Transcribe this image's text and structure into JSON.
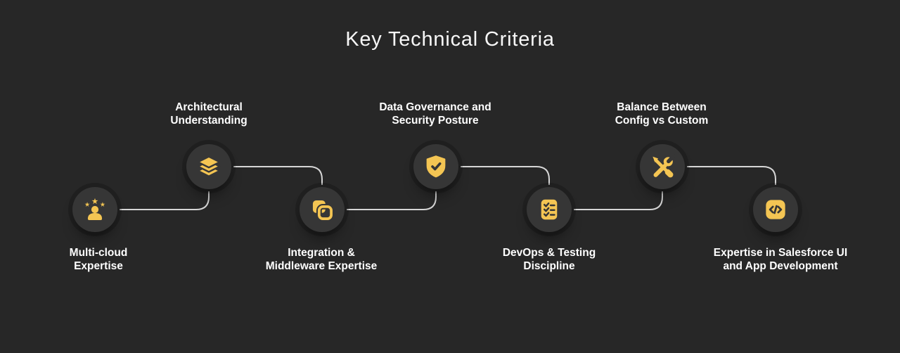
{
  "title": "Key Technical Criteria",
  "colors": {
    "background": "#272727",
    "node_circle": "#363636",
    "accent_yellow": "#F4C553",
    "connector_line": "#D6D6D6",
    "title_text": "#F7F7F7",
    "label_text": "#FFFFFF"
  },
  "nodes": [
    {
      "icon": "person-stars-icon",
      "position": "bottom",
      "label_line1": "Multi-cloud",
      "label_line2": "Expertise"
    },
    {
      "icon": "layers-icon",
      "position": "top",
      "label_line1": "Architectural",
      "label_line2": "Understanding"
    },
    {
      "icon": "overlapping-squares-icon",
      "position": "bottom",
      "label_line1": "Integration &",
      "label_line2": "Middleware Expertise"
    },
    {
      "icon": "shield-check-icon",
      "position": "top",
      "label_line1": "Data Governance and",
      "label_line2": "Security Posture"
    },
    {
      "icon": "checklist-icon",
      "position": "bottom",
      "label_line1": "DevOps & Testing",
      "label_line2": "Discipline"
    },
    {
      "icon": "tools-icon",
      "position": "top",
      "label_line1": "Balance Between",
      "label_line2": "Config vs Custom"
    },
    {
      "icon": "code-icon",
      "position": "bottom",
      "label_line1": "Expertise in Salesforce UI",
      "label_line2": "and App Development"
    }
  ]
}
